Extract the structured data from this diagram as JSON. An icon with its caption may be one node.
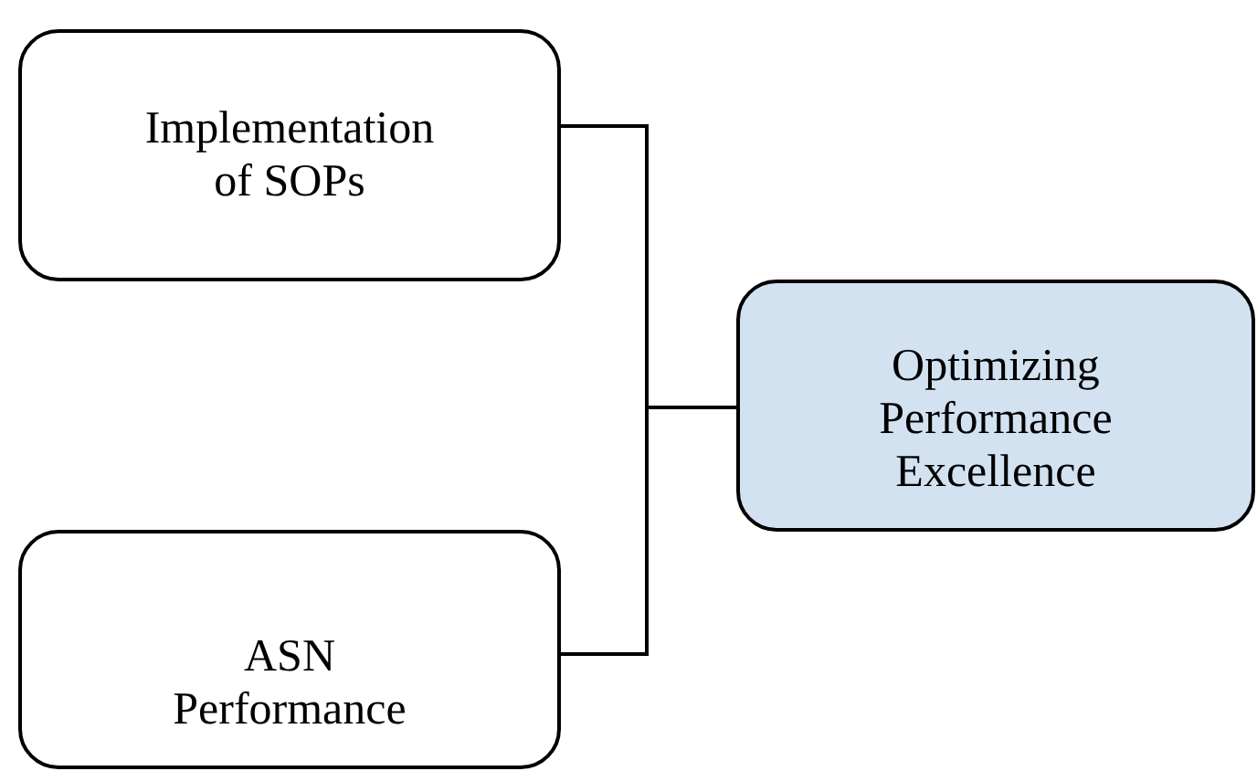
{
  "diagram": {
    "nodes": [
      {
        "text": [
          "Implementation of SOPs"
        ]
      },
      {
        "text": [
          "ASN Performance"
        ]
      },
      {
        "text": [
          "Optimizing Performance Excellence"
        ]
      }
    ],
    "edges": [
      {
        "from": 0,
        "to": 2,
        "arrow": "none"
      },
      {
        "from": 1,
        "to": 2,
        "arrow": "none"
      }
    ]
  }
}
